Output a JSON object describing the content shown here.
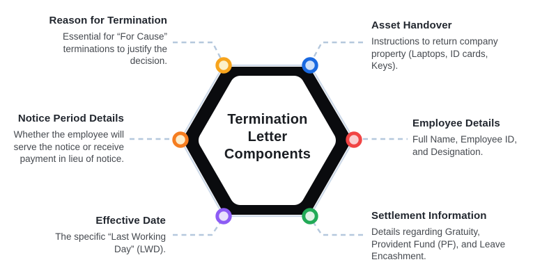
{
  "center": {
    "lines": [
      "Termination",
      "Letter",
      "Components"
    ]
  },
  "blocks": {
    "reason": {
      "title": "Reason for Termination",
      "lines": [
        "Essential for “For Cause”",
        "terminations to justify the",
        "decision."
      ]
    },
    "asset": {
      "title": "Asset Handover",
      "lines": [
        "Instructions to return company",
        "property (Laptops, ID cards,",
        "Keys)."
      ]
    },
    "notice": {
      "title": "Notice Period Details",
      "lines": [
        "Whether the employee will",
        "serve the notice or receive",
        "payment in lieu of notice."
      ]
    },
    "employee": {
      "title": "Employee Details",
      "lines": [
        "Full Name, Employee ID,",
        "and Designation."
      ]
    },
    "effective": {
      "title": "Effective Date",
      "lines": [
        "The specific “Last Working",
        "Day” (LWD)."
      ]
    },
    "settlement": {
      "title": "Settlement Information",
      "lines": [
        "Details regarding Gratuity,",
        "Provident Fund (PF), and Leave",
        "Encashment."
      ]
    }
  },
  "nodes": {
    "top_left": {
      "topic": "reason",
      "ring": "#F7A41D",
      "fill": "#FCF0CA"
    },
    "top_right": {
      "topic": "asset",
      "ring": "#1A69E0",
      "fill": "#CCDFFA"
    },
    "left": {
      "topic": "notice",
      "ring": "#F57D20",
      "fill": "#FCEDCC"
    },
    "right": {
      "topic": "employee",
      "ring": "#F14444",
      "fill": "#FACFD1"
    },
    "bottom_left": {
      "topic": "effective",
      "ring": "#8D5CF4",
      "fill": "#E9E1FC"
    },
    "bottom_right": {
      "topic": "settlement",
      "ring": "#22AA57",
      "fill": "#E0F2E6"
    }
  },
  "colors": {
    "background": "#FFFFFF",
    "title_color": "#22272F",
    "desc_color": "#45494F",
    "center_text_color": "#1B1E23",
    "connector": "#B5C8DD",
    "hex_outline": "#CDD9E8",
    "hex_core": "#0A0B0E",
    "hex_inner": "#FFFFFF"
  }
}
